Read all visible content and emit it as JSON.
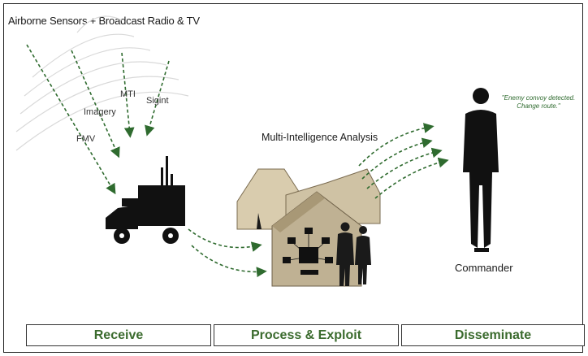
{
  "header": {
    "title": "Airborne Sensors  +  Broadcast Radio & TV"
  },
  "sensors": [
    "FMV",
    "Imagery",
    "MTI",
    "Sigint"
  ],
  "analysis_label": "Multi-Intelligence Analysis",
  "commander": {
    "quote": "\"Enemy convoy detected. Change route.\"",
    "label": "Commander"
  },
  "stages": [
    "Receive",
    "Process & Exploit",
    "Disseminate"
  ],
  "colors": {
    "arrow": "#2f6b2f",
    "tent": "#cfc2a4",
    "tent_dark": "#a89876",
    "figure": "#1a1a1a",
    "stage_text": "#3b6b2e"
  }
}
